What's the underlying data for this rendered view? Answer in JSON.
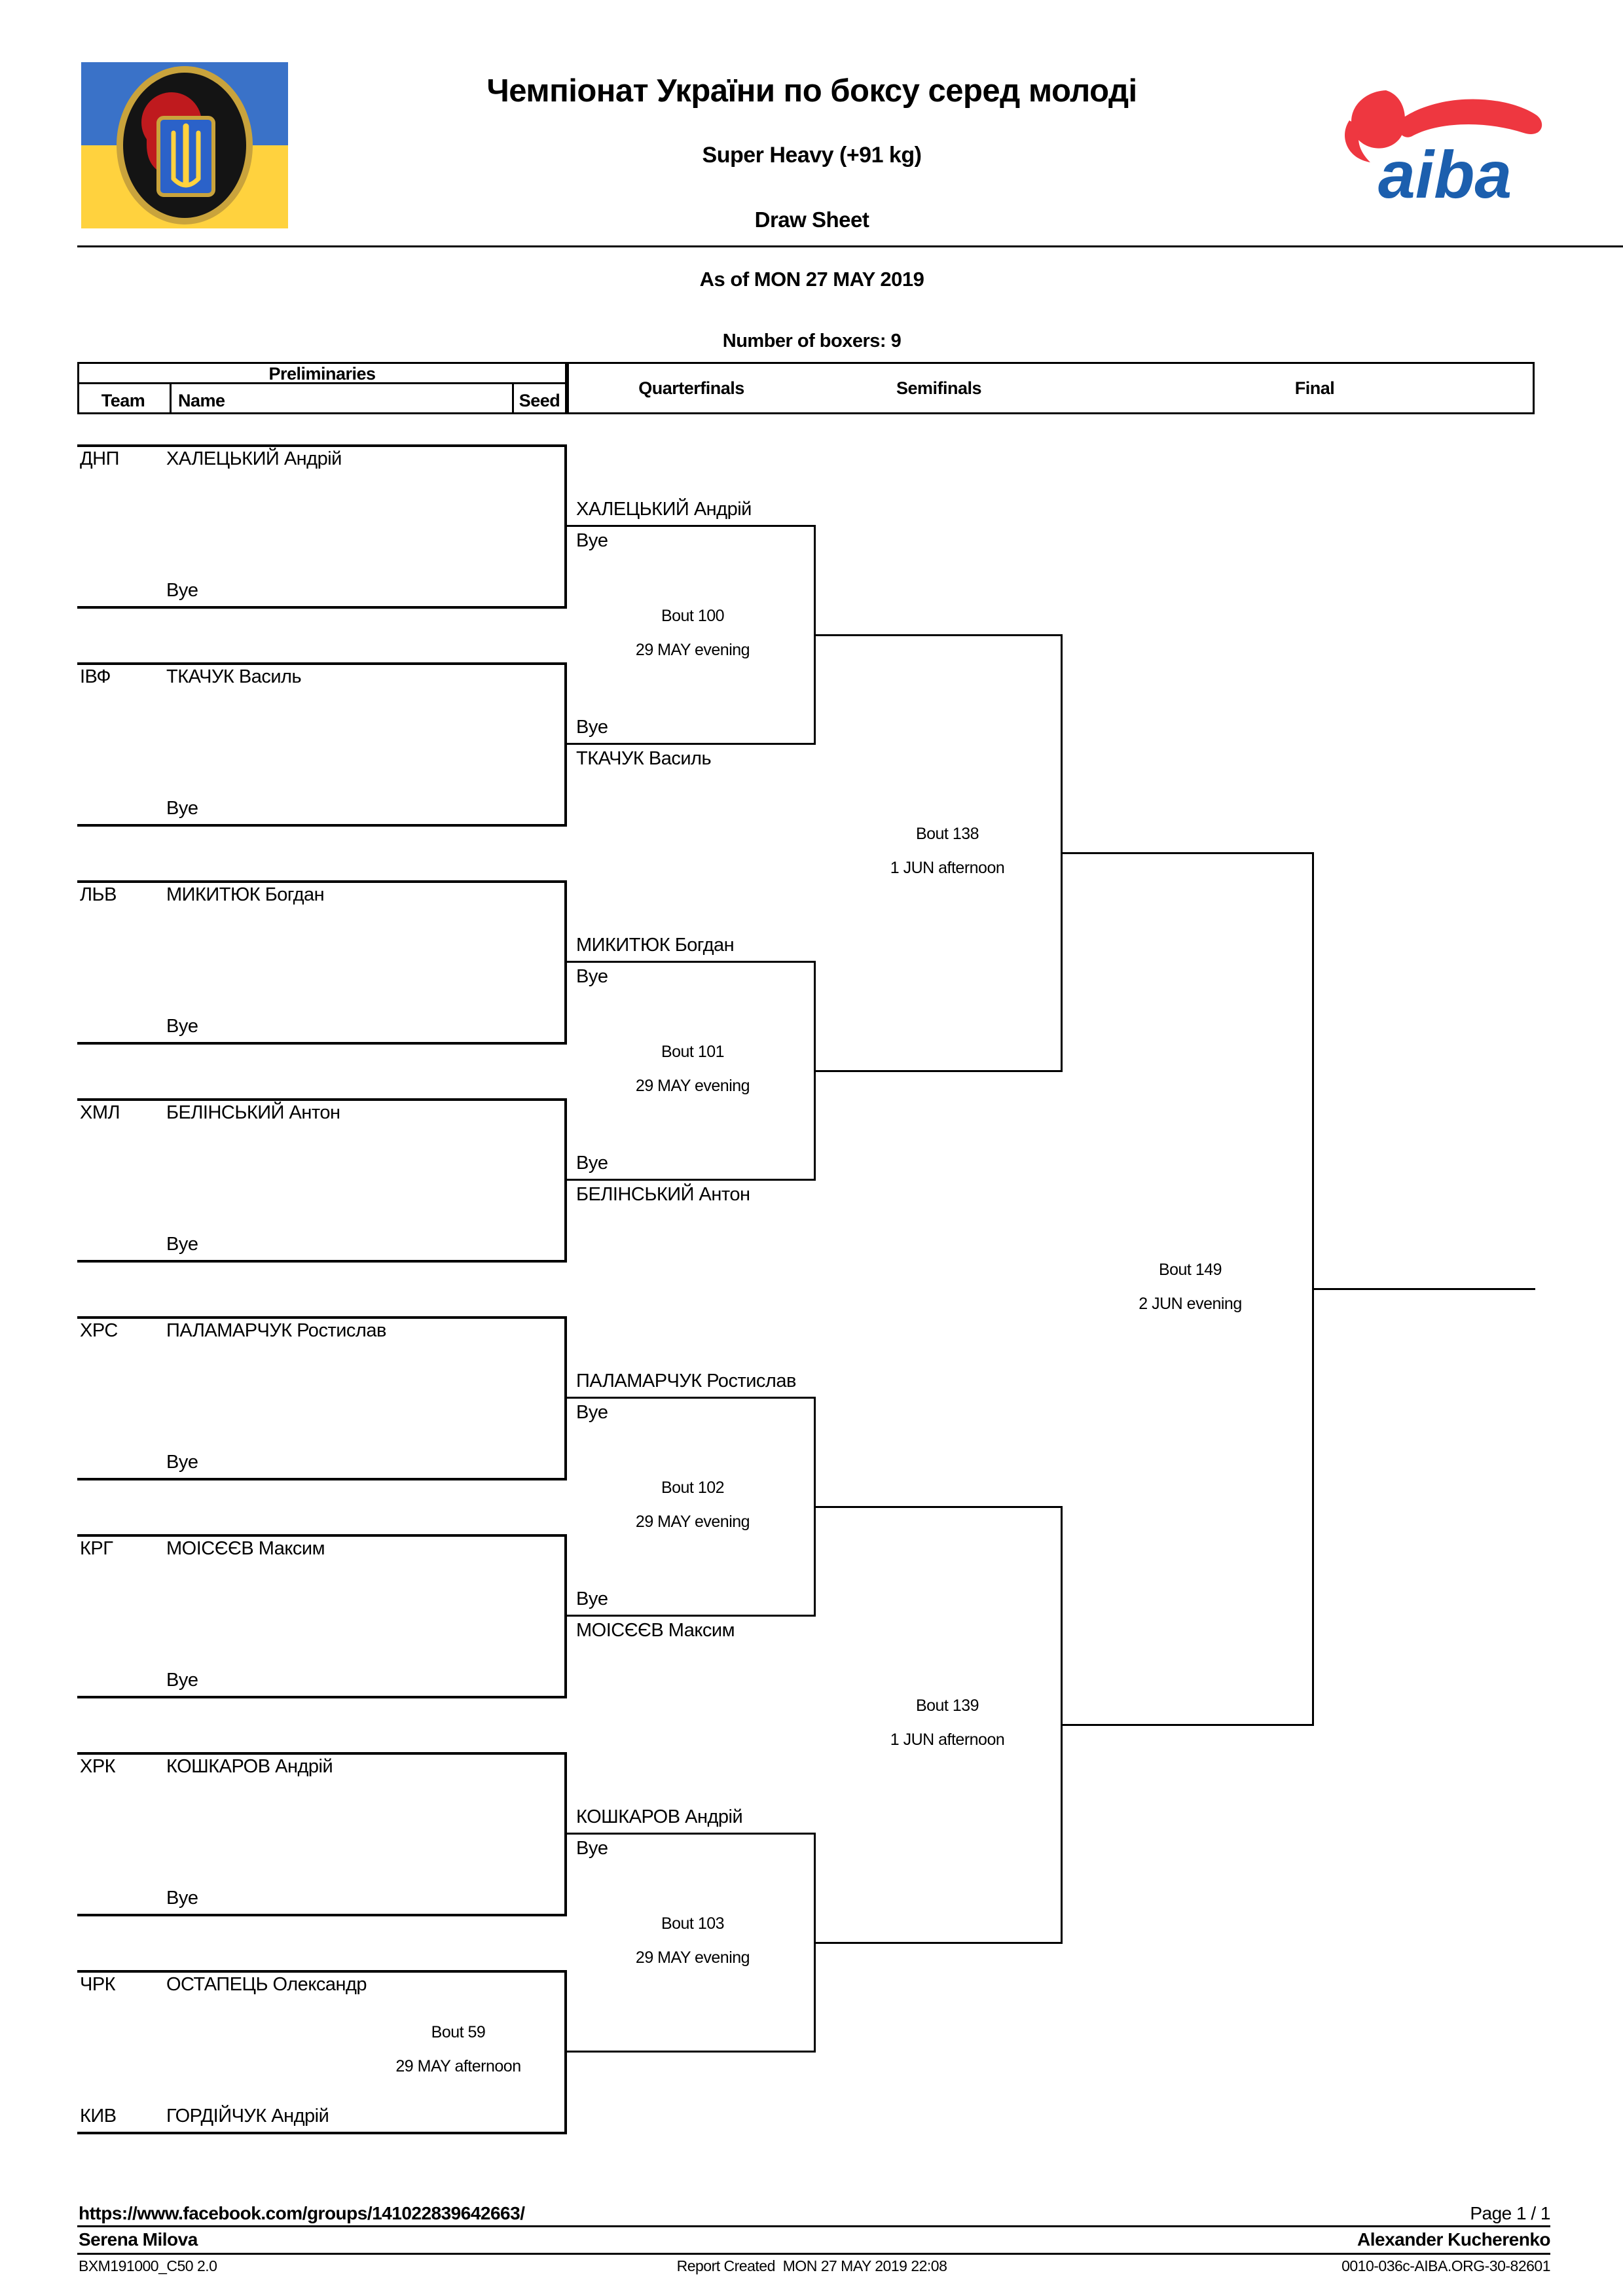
{
  "header": {
    "title": "Чемпіонат України по боксу серед молоді",
    "weight_class": "Super Heavy (+91 kg)",
    "sheet_type": "Draw Sheet",
    "as_of": "As of MON 27 MAY 2019",
    "boxer_count": "Number of boxers: 9",
    "aiba_wordmark": "aiba",
    "icons": [
      "ukraine-boxing-federation-logo",
      "aiba-logo"
    ],
    "colors": {
      "flag_blue": "#3a72c8",
      "flag_yellow": "#ffd23e",
      "ring_gold": "#c9a33c",
      "glove_red": "#bf1a1e",
      "aiba_red": "#ee3740",
      "aiba_blue": "#1c5fae"
    }
  },
  "columns": {
    "preliminaries": "Preliminaries",
    "team": "Team",
    "name": "Name",
    "seed": "Seed",
    "quarterfinals": "Quarterfinals",
    "semifinals": "Semifinals",
    "final": "Final"
  },
  "bracket": {
    "prelim_pairs": [
      {
        "team_top": "ДНП",
        "name_top": "ХАЛЕЦЬКИЙ Андрій",
        "bottom": "Bye"
      },
      {
        "team_top": "ІВФ",
        "name_top": "ТКАЧУК Василь",
        "bottom": "Bye"
      },
      {
        "team_top": "ЛЬВ",
        "name_top": "МИКИТЮК Богдан",
        "bottom": "Bye"
      },
      {
        "team_top": "ХМЛ",
        "name_top": "БЕЛІНСЬКИЙ Антон",
        "bottom": "Bye"
      },
      {
        "team_top": "ХРС",
        "name_top": "ПАЛАМАРЧУК Ростислав",
        "bottom": "Bye"
      },
      {
        "team_top": "КРГ",
        "name_top": "МОІСЄЄВ Максим",
        "bottom": "Bye"
      },
      {
        "team_top": "ХРК",
        "name_top": "КОШКАРОВ Андрій",
        "bottom": "Bye"
      },
      {
        "team_top": "ЧРК",
        "name_top": "ОСТАПЕЦЬ Олександр",
        "team_bottom": "КИВ",
        "name_bottom": "ГОРДІЙЧУК Андрій"
      }
    ],
    "prelim_bout": {
      "no": "Bout 59",
      "when": "29 MAY afternoon"
    },
    "qf_slots": [
      {
        "above": "ХАЛЕЦЬКИЙ Андрій",
        "below": "Bye"
      },
      {
        "above": "Bye",
        "below": "ТКАЧУК Василь"
      },
      {
        "above": "МИКИТЮК Богдан",
        "below": "Bye"
      },
      {
        "above": "Bye",
        "below": "БЕЛІНСЬКИЙ Антон"
      },
      {
        "above": "ПАЛАМАРЧУК Ростислав",
        "below": "Bye"
      },
      {
        "above": "Bye",
        "below": "МОІСЄЄВ Максим"
      },
      {
        "above": "КОШКАРОВ Андрій",
        "below": "Bye"
      }
    ],
    "qf_bouts": [
      {
        "no": "Bout 100",
        "when": "29 MAY evening"
      },
      {
        "no": "Bout 101",
        "when": "29 MAY evening"
      },
      {
        "no": "Bout 102",
        "when": "29 MAY evening"
      },
      {
        "no": "Bout 103",
        "when": "29 MAY evening"
      }
    ],
    "sf_bouts": [
      {
        "no": "Bout 138",
        "when": "1 JUN afternoon"
      },
      {
        "no": "Bout 139",
        "when": "1 JUN afternoon"
      }
    ],
    "final_bout": {
      "no": "Bout 149",
      "when": "2 JUN evening"
    }
  },
  "footer": {
    "url": "https://www.facebook.com/groups/141022839642663/",
    "page": "Page 1 / 1",
    "supervisor": "Serena Milova",
    "draw_official": "Alexander Kucherenko",
    "doc_code": "BXM191000_C50 2.0",
    "report_created": "Report Created  MON 27 MAY 2019 22:08",
    "ref_code": "0010-036c-AIBA.ORG-30-82601"
  }
}
